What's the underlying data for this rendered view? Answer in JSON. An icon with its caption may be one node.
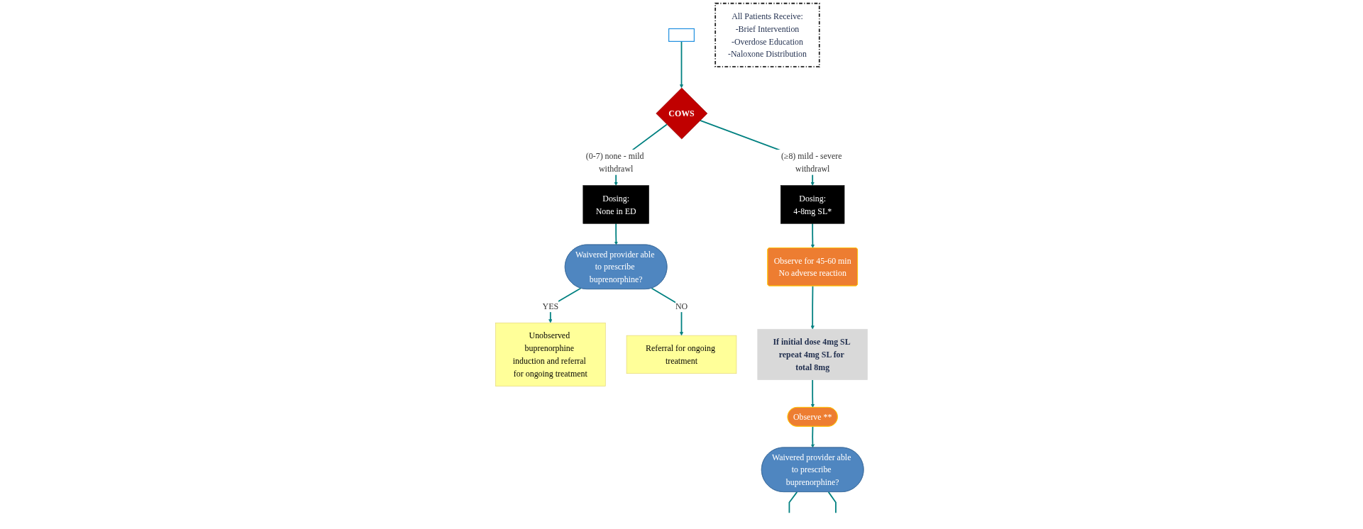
{
  "diagram": {
    "nodes": [
      {
        "text": [],
        "shape": "box"
      },
      {
        "text": [
          "COWS"
        ]
      },
      {
        "text": [
          "Dosing:",
          "None in ED"
        ]
      },
      {
        "text": [
          "Waivered provider able to prescribe buprenorphine?"
        ]
      },
      {
        "text": [
          "Unobserved buprenorphine induction and referral for ongoing treatment"
        ]
      },
      {
        "text": [
          "Referral for ongoing treatment"
        ]
      },
      {
        "text": [
          "Dosing:",
          "4-8mg SL*"
        ]
      },
      {
        "text": [
          "Observe for 45-60 min",
          "No adverse reaction"
        ]
      },
      {
        "text": [
          "If initial dose 4mg SL repeat 4mg SL for total 8mg"
        ]
      },
      {
        "text": [
          "Observe **"
        ]
      },
      {
        "text": [
          "Waivered provider able to prescribe buprenorphine?"
        ]
      },
      {
        "text": [
          "All Patients Receive:",
          "-Brief Intervention",
          "-Overdose Education",
          "-Naloxone Distribution"
        ]
      }
    ],
    "edges": [
      {
        "from": 0,
        "to": 1,
        "arrow": "to"
      },
      {
        "from": 1,
        "to": 2,
        "arrow": "to",
        "label": "(0-7) none - mild withdrawl"
      },
      {
        "from": 1,
        "to": 6,
        "arrow": "to",
        "label": "(≥8) mild - severe withdrawl"
      },
      {
        "from": 2,
        "to": 3,
        "arrow": "to"
      },
      {
        "from": 3,
        "to": 4,
        "arrow": "to",
        "label": "YES"
      },
      {
        "from": 3,
        "to": 5,
        "arrow": "to",
        "label": "NO"
      },
      {
        "from": 6,
        "to": 7,
        "arrow": "to"
      },
      {
        "from": 7,
        "to": 8,
        "arrow": "to"
      },
      {
        "from": 8,
        "to": 9,
        "arrow": "to"
      },
      {
        "from": 9,
        "to": 10,
        "arrow": "to"
      },
      {
        "from": 10,
        "to": null,
        "arrow": "none"
      },
      {
        "from": 10,
        "to": null,
        "arrow": "none"
      }
    ]
  }
}
